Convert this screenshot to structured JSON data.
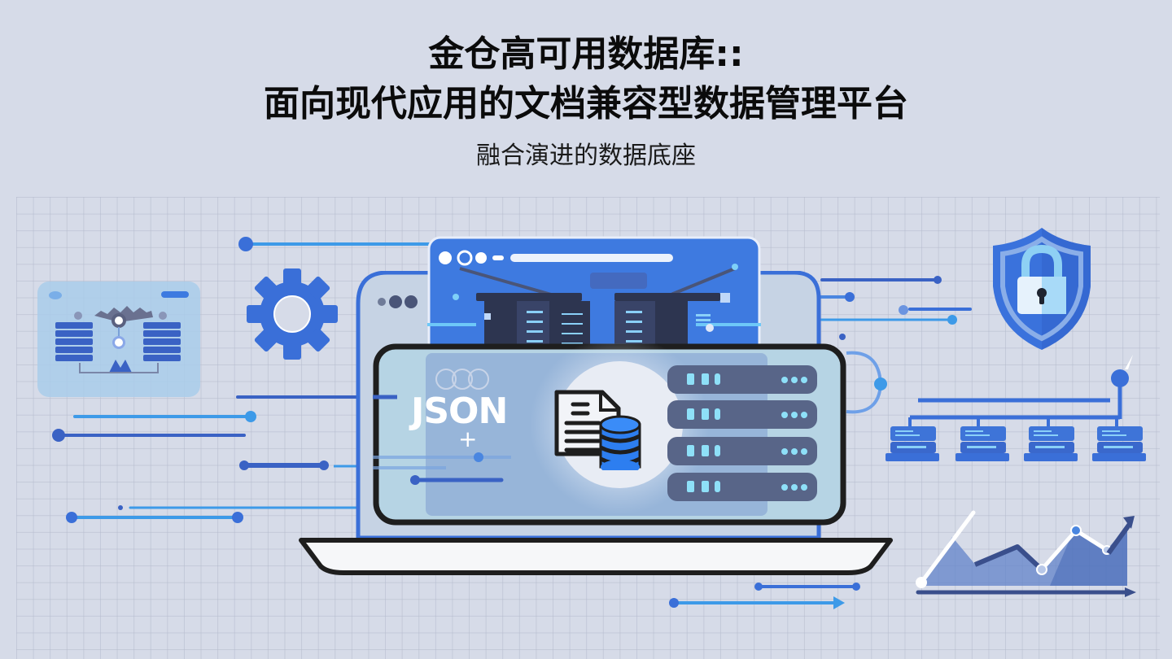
{
  "header": {
    "title_line1": "金仓高可用数据库::",
    "title_line2": "面向现代应用的文档兼容型数据管理平台",
    "subtitle": "融合演进的数据底座"
  },
  "illustration": {
    "center_badge_text": "JSON",
    "center_badge_plus": "+",
    "icons": [
      "cluster-replication-icon",
      "gear-icon",
      "browser-server-rack-icon",
      "document-database-icon",
      "server-rack-list-icon",
      "shield-lock-icon",
      "distributed-nodes-icon",
      "growth-chart-icon",
      "laptop-icon"
    ],
    "colors": {
      "background": "#d6dbe8",
      "grid_line": "#b4bacc",
      "primary_blue": "#3a6fd8",
      "light_blue": "#3d9ae8",
      "dark_navy": "#4a5578",
      "screen_glass": "#a9c8e0",
      "text_dark": "#0b0b0b"
    },
    "server_rows": 4,
    "node_count": 4
  }
}
